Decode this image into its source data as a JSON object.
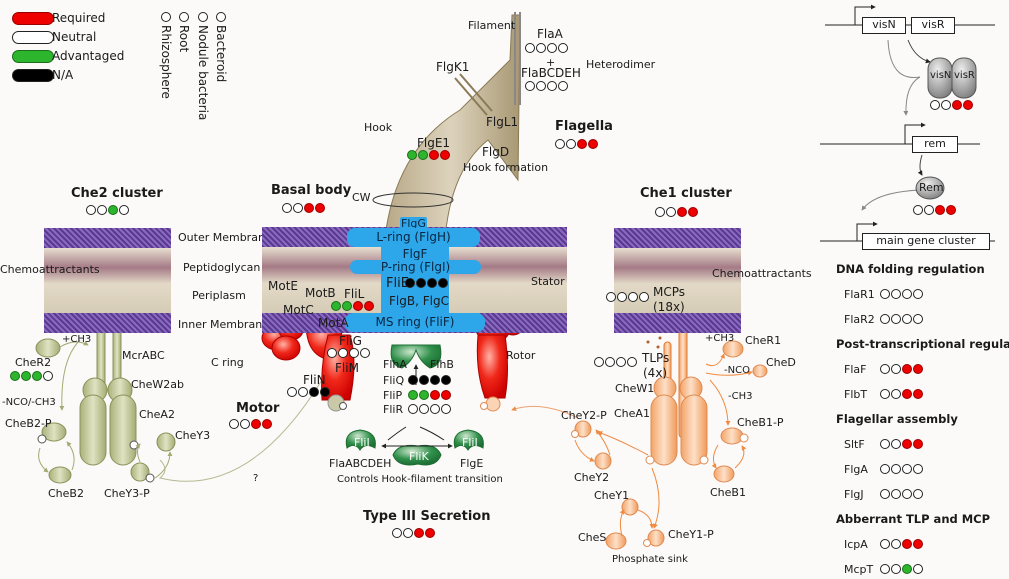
{
  "legend": {
    "items": [
      {
        "label": "Required",
        "color": "#e00000"
      },
      {
        "label": "Neutral",
        "color": "#ffffff"
      },
      {
        "label": "Advantaged",
        "color": "#2db52d"
      },
      {
        "label": "N/A",
        "color": "#000000"
      }
    ],
    "conditions": [
      "Rhizosphere",
      "Root",
      "Nodule bacteria",
      "Bacteroid"
    ]
  },
  "flagella": {
    "title": "Flagella",
    "status": [
      "neutral",
      "neutral",
      "red",
      "red"
    ],
    "filament_label": "Filament",
    "flaA": "FlaA",
    "flaA_status": [
      "neutral",
      "neutral",
      "neutral",
      "neutral"
    ],
    "plus": "+",
    "flaBCDEH": "FlaBCDEH",
    "flaBCDEH_status": [
      "neutral",
      "neutral",
      "neutral",
      "neutral"
    ],
    "heterodimer": "Heterodimer",
    "flgK1": "FlgK1",
    "flgL1": "FlgL1",
    "hook": "Hook",
    "flgE1": "FlgE1",
    "flgE1_status": [
      "green",
      "green",
      "red",
      "red"
    ],
    "flgD": "FlgD",
    "hook_formation": "Hook formation",
    "cw": "CW"
  },
  "che2": {
    "title": "Che2 cluster",
    "status": [
      "neutral",
      "neutral",
      "green",
      "neutral"
    ],
    "chemoattractants": "Chemoattractants",
    "ch3": "+CH3",
    "cheR2": "CheR2",
    "cheR2_status": [
      "green",
      "green",
      "green",
      "neutral"
    ],
    "nco": "-NCO/-CH3",
    "mcrABC": "McrABC",
    "cheW2ab": "CheW2ab",
    "cheA2": "CheA2",
    "cheB2P": "CheB2-P",
    "cheB2": "CheB2",
    "cheY3": "CheY3",
    "cheY3P": "CheY3-P",
    "question": "?"
  },
  "membranes": {
    "outer": "Outer Membrane",
    "pepti": "Peptidoglycan",
    "periplasm": "Periplasm",
    "inner": "Inner Membrane",
    "cring": "C ring"
  },
  "basal": {
    "title": "Basal body",
    "status": [
      "neutral",
      "neutral",
      "red",
      "red"
    ],
    "flgG": "FlgG",
    "lring": "L-ring (FlgH)",
    "flgF": "FlgF",
    "pring": "P-ring (FlgI)",
    "fliE": "FliE",
    "fliE_status": [
      "black",
      "black",
      "black",
      "black"
    ],
    "flgBC": "FlgB, FlgC",
    "msring": "MS ring (FliF)",
    "motE": "MotE",
    "motB": "MotB",
    "motC": "MotC",
    "motA": "MotA",
    "fliL": "FliL",
    "fliL_status": [
      "green",
      "green",
      "red",
      "red"
    ],
    "stator": "Stator",
    "rotor": "Rotor"
  },
  "motor": {
    "title": "Motor",
    "status": [
      "neutral",
      "neutral",
      "red",
      "red"
    ],
    "fliG": "FliG",
    "fliG_status": [
      "neutral",
      "neutral",
      "neutral",
      "neutral"
    ],
    "fliM": "FliM",
    "fliN": "FliN",
    "fliN_status": [
      "neutral",
      "neutral",
      "black",
      "black"
    ]
  },
  "t3ss": {
    "title": "Type III Secretion",
    "status": [
      "neutral",
      "neutral",
      "red",
      "red"
    ],
    "flhA": "FlhA",
    "flhB": "FlhB",
    "fliQ": "FliQ",
    "fliQ_status": [
      "black",
      "black",
      "black",
      "black"
    ],
    "fliP": "FliP",
    "fliP_status": [
      "green",
      "green",
      "red",
      "red"
    ],
    "fliR": "FliR",
    "fliR_status": [
      "neutral",
      "neutral",
      "neutral",
      "neutral"
    ],
    "fliI": "FliI",
    "fliK": "FliK",
    "flaABCDEH": "FlaABCDEH",
    "flgE": "FlgE",
    "controls": "Controls Hook-filament transition"
  },
  "che1": {
    "title": "Che1 cluster",
    "status": [
      "neutral",
      "neutral",
      "red",
      "red"
    ],
    "chemoattractants": "Chemoattractants",
    "mcps": "MCPs",
    "mcps_count": "(18x)",
    "mcps_status": [
      "neutral",
      "neutral",
      "neutral",
      "neutral"
    ],
    "tlps": "TLPs",
    "tlps_count": "(4x)",
    "tlps_status": [
      "neutral",
      "neutral",
      "neutral",
      "neutral"
    ],
    "ch3": "+CH3",
    "cheR1": "CheR1",
    "cheD": "CheD",
    "nco": "-NCO",
    "ch3m": "-CH3",
    "cheW1": "CheW1",
    "cheA1": "CheA1",
    "cheY2P": "CheY2-P",
    "cheY2": "CheY2",
    "cheB1P": "CheB1-P",
    "cheB1": "CheB1",
    "cheY1": "CheY1",
    "cheY1P": "CheY1-P",
    "cheS": "CheS",
    "sink": "Phosphate sink"
  },
  "regulation": {
    "visN": "visN",
    "visR": "visR",
    "visNR_status": [
      "neutral",
      "neutral",
      "red",
      "red"
    ],
    "rem": "rem",
    "Rem": "Rem",
    "rem_status": [
      "neutral",
      "neutral",
      "red",
      "red"
    ],
    "main_cluster": "main gene cluster"
  },
  "side_panel": [
    {
      "heading": "DNA folding regulation",
      "genes": [
        {
          "name": "FlaR1",
          "status": [
            "neutral",
            "neutral",
            "neutral",
            "neutral"
          ]
        },
        {
          "name": "FlaR2",
          "status": [
            "neutral",
            "neutral",
            "neutral",
            "neutral"
          ]
        }
      ]
    },
    {
      "heading": "Post-transcriptional regulation",
      "genes": [
        {
          "name": "FlaF",
          "status": [
            "neutral",
            "neutral",
            "red",
            "red"
          ]
        },
        {
          "name": "FlbT",
          "status": [
            "neutral",
            "neutral",
            "red",
            "red"
          ]
        }
      ]
    },
    {
      "heading": "Flagellar assembly",
      "genes": [
        {
          "name": "SltF",
          "status": [
            "neutral",
            "neutral",
            "red",
            "red"
          ]
        },
        {
          "name": "FlgA",
          "status": [
            "neutral",
            "neutral",
            "neutral",
            "neutral"
          ]
        },
        {
          "name": "FlgJ",
          "status": [
            "neutral",
            "neutral",
            "neutral",
            "neutral"
          ]
        }
      ]
    },
    {
      "heading": "Abberrant TLP and MCP",
      "genes": [
        {
          "name": "IcpA",
          "status": [
            "neutral",
            "neutral",
            "red",
            "red"
          ]
        },
        {
          "name": "McpT",
          "status": [
            "neutral",
            "neutral",
            "green",
            "neutral"
          ]
        }
      ]
    }
  ]
}
